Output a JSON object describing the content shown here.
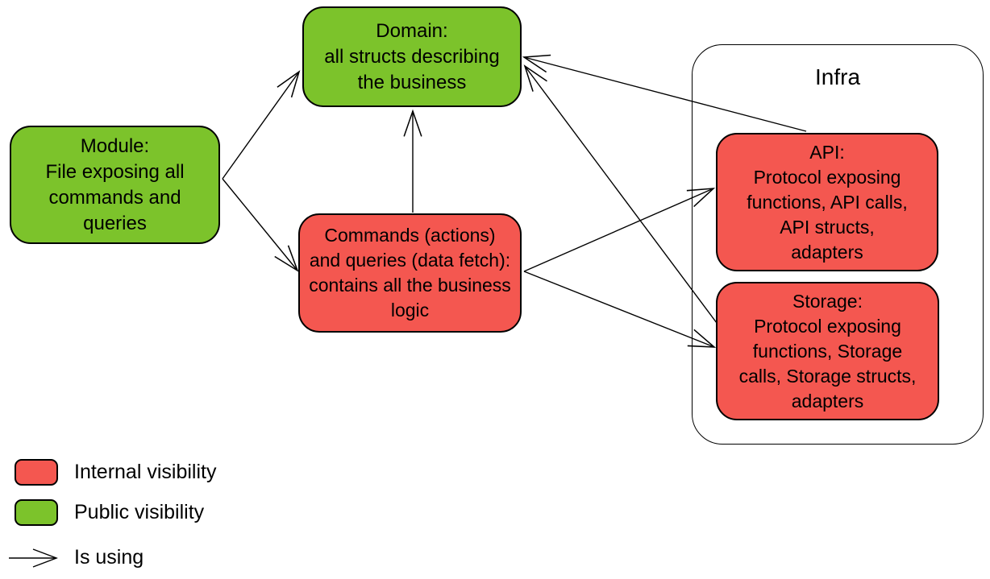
{
  "diagram": {
    "nodes": {
      "domain": {
        "label": "Domain:\nall structs describing\nthe business",
        "visibility": "public"
      },
      "module": {
        "label": "Module:\nFile exposing all\ncommands and\nqueries",
        "visibility": "public"
      },
      "commands": {
        "label": "Commands (actions)\nand queries (data fetch):\ncontains all the business\nlogic",
        "visibility": "internal"
      },
      "infra": {
        "label": "Infra"
      },
      "api": {
        "label": "API:\nProtocol exposing\nfunctions, API calls,\nAPI structs,\nadapters",
        "visibility": "internal"
      },
      "storage": {
        "label": "Storage:\nProtocol exposing\nfunctions, Storage\ncalls, Storage structs,\nadapters",
        "visibility": "internal"
      }
    },
    "edges": [
      {
        "name": "module-uses-domain",
        "from": [
          276,
          222
        ],
        "to": [
          371,
          89
        ]
      },
      {
        "name": "module-uses-commands",
        "from": [
          276,
          222
        ],
        "to": [
          369,
          336
        ]
      },
      {
        "name": "commands-uses-domain",
        "from": [
          512,
          264
        ],
        "to": [
          512,
          138
        ]
      },
      {
        "name": "commands-uses-api",
        "from": [
          650,
          337
        ],
        "to": [
          885,
          234
        ]
      },
      {
        "name": "commands-uses-storage",
        "from": [
          650,
          337
        ],
        "to": [
          886,
          431
        ]
      },
      {
        "name": "api-uses-domain",
        "from": [
          1000,
          163
        ],
        "to": [
          650,
          71
        ]
      },
      {
        "name": "storage-uses-domain",
        "from": [
          889,
          401
        ],
        "to": [
          651,
          82
        ]
      }
    ],
    "colors": {
      "internal": "#F45750",
      "public": "#7CC32B",
      "stroke": "#000000",
      "background": "#FFFFFF"
    }
  },
  "legend": {
    "items": [
      {
        "key": "internal",
        "label": "Internal visibility"
      },
      {
        "key": "public",
        "label": "Public visibility"
      },
      {
        "key": "arrow",
        "label": "Is using"
      }
    ]
  }
}
